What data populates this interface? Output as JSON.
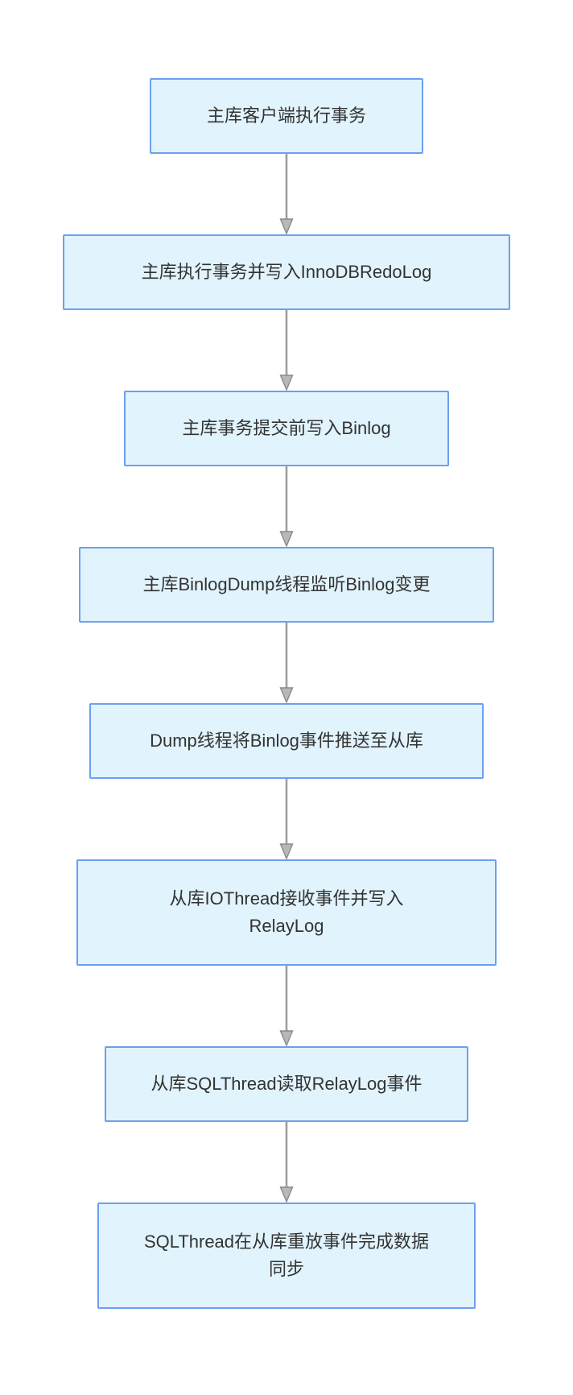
{
  "diagram": {
    "type": "flowchart",
    "direction": "top-down",
    "nodes": [
      {
        "id": "n1",
        "label": "主库客户端执行事务",
        "lines": [
          "主库客户端执行事务"
        ]
      },
      {
        "id": "n2",
        "label": "主库执行事务并写入InnoDBRedoLog",
        "lines": [
          "主库执行事务并写入InnoDBRedoLog"
        ]
      },
      {
        "id": "n3",
        "label": "主库事务提交前写入Binlog",
        "lines": [
          "主库事务提交前写入Binlog"
        ]
      },
      {
        "id": "n4",
        "label": "主库BinlogDump线程监听Binlog变更",
        "lines": [
          "主库BinlogDump线程监听Binlog变更"
        ]
      },
      {
        "id": "n5",
        "label": "Dump线程将Binlog事件推送至从库",
        "lines": [
          "Dump线程将Binlog事件推送至从库"
        ]
      },
      {
        "id": "n6",
        "label": "从库IOThread接收事件并写入RelayLog",
        "lines": [
          "从库IOThread接收事件并写入",
          "RelayLog"
        ]
      },
      {
        "id": "n7",
        "label": "从库SQLThread读取RelayLog事件",
        "lines": [
          "从库SQLThread读取RelayLog事件"
        ]
      },
      {
        "id": "n8",
        "label": "SQLThread在从库重放事件完成数据同步",
        "lines": [
          "SQLThread在从库重放事件完成数据",
          "同步"
        ]
      }
    ],
    "edges": [
      {
        "from": "n1",
        "to": "n2"
      },
      {
        "from": "n2",
        "to": "n3"
      },
      {
        "from": "n3",
        "to": "n4"
      },
      {
        "from": "n4",
        "to": "n5"
      },
      {
        "from": "n5",
        "to": "n6"
      },
      {
        "from": "n6",
        "to": "n7"
      },
      {
        "from": "n7",
        "to": "n8"
      }
    ],
    "colors": {
      "node_fill": "#e1f3fc",
      "node_border": "#6d9ff0",
      "arrow_line": "#9e9e9e",
      "arrow_head_fill": "#b8b8b8",
      "text": "#333333"
    }
  }
}
